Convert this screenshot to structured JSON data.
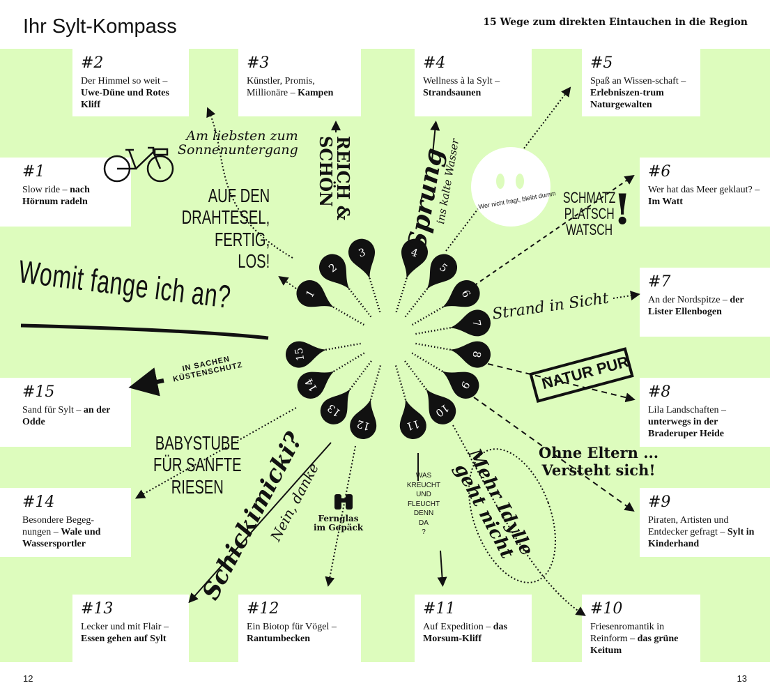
{
  "header": {
    "title": "Ihr Sylt-Kompass",
    "subtitle": "15 Wege zum direkten Eintauchen in die Region"
  },
  "entries": [
    {
      "num": "#1",
      "text": "Slow ride –",
      "bold": "nach Hörnum radeln"
    },
    {
      "num": "#2",
      "text": "Der Himmel so weit –",
      "bold": "Uwe-Düne und Rotes Kliff"
    },
    {
      "num": "#3",
      "text": "Künstler, Promis, Millionäre –",
      "bold": "Kampen"
    },
    {
      "num": "#4",
      "text": "Wellness à la Sylt –",
      "bold": "Strandsaunen"
    },
    {
      "num": "#5",
      "text": "Spaß an Wissen-schaft –",
      "bold": "Erlebniszen-trum Naturgewalten"
    },
    {
      "num": "#6",
      "text": "Wer hat das Meer geklaut? –",
      "bold": "Im Watt"
    },
    {
      "num": "#7",
      "text": "An der Nordspitze –",
      "bold": "der Lister Ellenbogen"
    },
    {
      "num": "#8",
      "text": "Lila Landschaften –",
      "bold": "unterwegs in der Braderuper Heide"
    },
    {
      "num": "#9",
      "text": "Piraten, Artisten und Entdecker gefragt –",
      "bold": "Sylt in Kinderhand"
    },
    {
      "num": "#10",
      "text": "Friesenromantik in Reinform –",
      "bold": "das grüne Keitum"
    },
    {
      "num": "#11",
      "text": "Auf Expedition –",
      "bold": "das Morsum-Kliff"
    },
    {
      "num": "#12",
      "text": "Ein Biotop für Vögel –",
      "bold": "Rantumbecken"
    },
    {
      "num": "#13",
      "text": "Lecker und mit Flair –",
      "bold": "Essen gehen auf Sylt"
    },
    {
      "num": "#14",
      "text": "Besondere Begeg-nungen –",
      "bold": "Wale und Wassersportler"
    },
    {
      "num": "#15",
      "text": "Sand für Sylt –",
      "bold": "an der Odde"
    }
  ],
  "petals": [
    "1",
    "2",
    "3",
    "4",
    "5",
    "6",
    "7",
    "8",
    "9",
    "10",
    "11",
    "12",
    "13",
    "14",
    "15"
  ],
  "annotations": {
    "main": "Womit fange ich an?",
    "sunset": "Am liebsten zum\nSonnenuntergang",
    "bike": "AUF DEN\nDRAHTESEL,\nFERTIG,\nLOS!",
    "rich": "REICH &\nSCHÖN",
    "jump": "Sprung",
    "jump_sub": "ins kalte Wasser",
    "smiley": "Wer nicht fragt, bleibt dumm",
    "schmatz": "SCHMATZ\nPLATSCH\nWATSCH",
    "beach": "Strand in Sicht",
    "nature": "NATUR PUR",
    "parents": "Ohne Eltern ...\nVersteht sich!",
    "idyll": "Mehr Idylle\ngeht nicht",
    "creatures": "WAS\nKREUCHT\nUND\nFLEUCHT\nDENN\nDA\n?",
    "binoculars": "Fernglas\nim Gepäck",
    "schicki": "Schickimicki?",
    "schicki_sub": "Nein, danke",
    "baby": "BABYSTUBE\nFÜR SANFTE\nRIESEN",
    "coast": "IN SACHEN\nKÜSTENSCHUTZ"
  },
  "footer": {
    "left_page": "12",
    "right_page": "13"
  },
  "colors": {
    "background": "#ddfcbd",
    "ink": "#111111"
  }
}
